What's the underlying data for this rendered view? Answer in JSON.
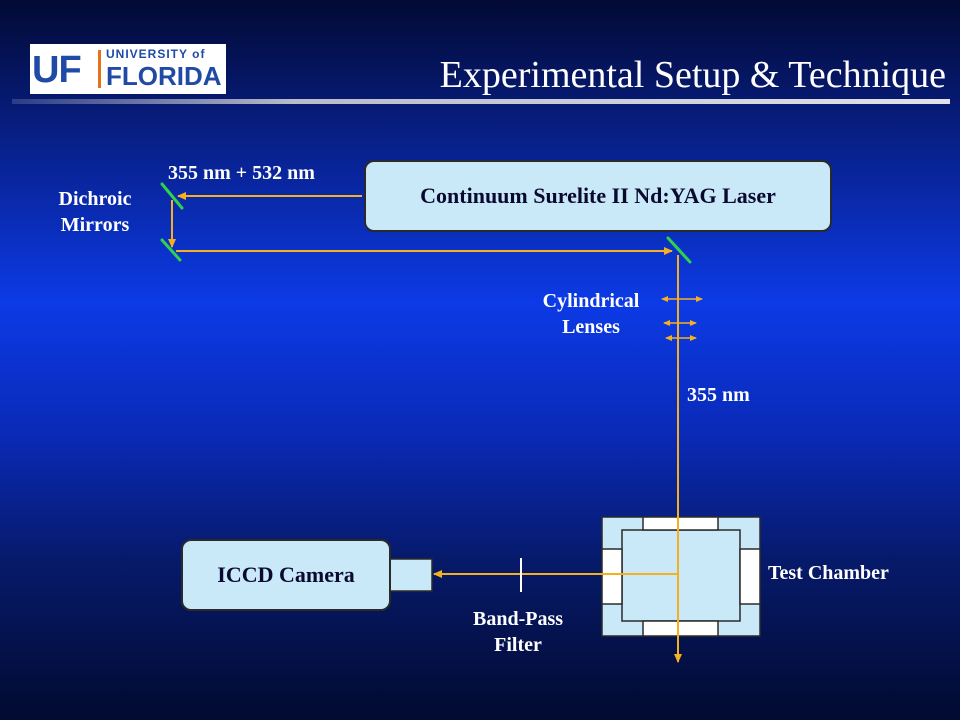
{
  "header": {
    "logo": {
      "mark": "UF",
      "university": "UNIVERSITY of",
      "name": "FLORIDA"
    },
    "title": "Experimental Setup & Technique"
  },
  "components": {
    "laser": "Continuum Surelite II Nd:YAG Laser",
    "camera": "ICCD Camera"
  },
  "labels": {
    "beam_combined": "355 nm + 532 nm",
    "dichroic_mirrors": [
      "Dichroic",
      "Mirrors"
    ],
    "cylindrical_lenses": [
      "Cylindrical",
      "Lenses"
    ],
    "beam_uv": "355 nm",
    "test_chamber": "Test Chamber",
    "band_pass_filter": [
      "Band-Pass",
      "Filter"
    ]
  },
  "colors": {
    "beam": "#f5b021",
    "mirror": "#2fd24a",
    "component_fill": "#c9e9f9",
    "logo_orange": "#e8701a",
    "logo_blue": "#1f4aa6"
  }
}
